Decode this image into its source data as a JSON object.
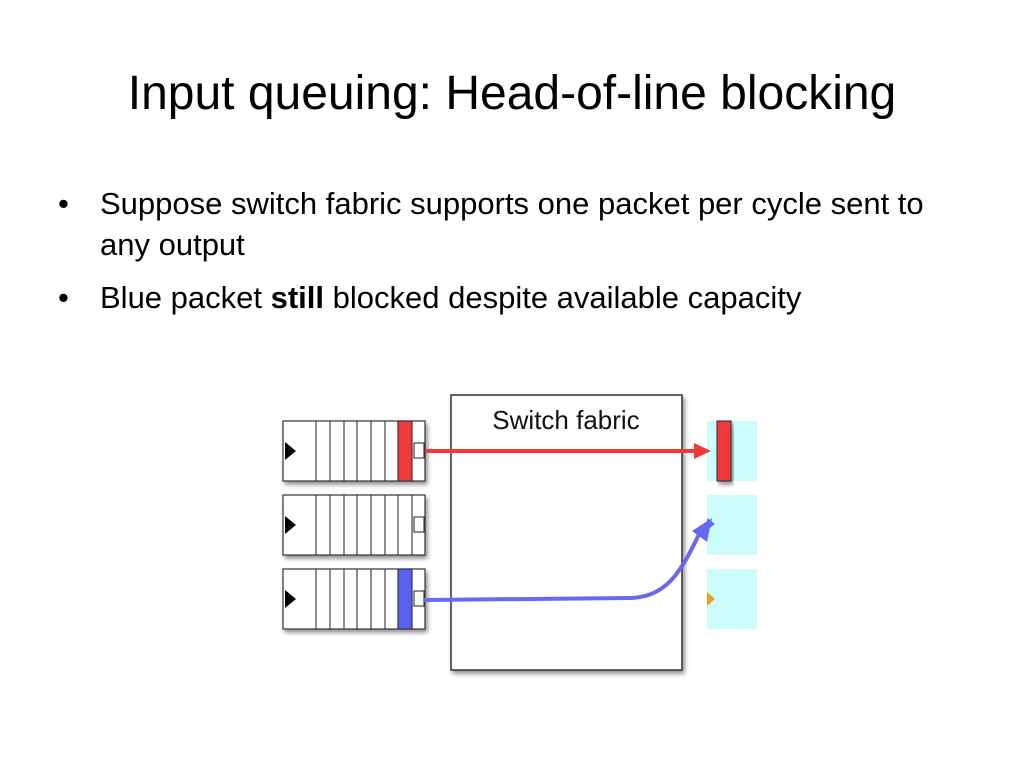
{
  "slide": {
    "title": "Input queuing: Head-of-line blocking",
    "bullets": [
      {
        "marker": "•",
        "text": "Suppose switch fabric supports one packet per cycle sent to any output"
      },
      {
        "marker": "•",
        "text_before": "Blue packet ",
        "text_bold": "still",
        "text_after": " blocked despite available capacity"
      }
    ]
  },
  "diagram": {
    "fabric_label": "Switch fabric",
    "input_queues": [
      {
        "id": "input-1",
        "head_packet_color": "red",
        "head_packet_hex": "#f0393c"
      },
      {
        "id": "input-2",
        "head_packet_color": "none",
        "head_packet_hex": ""
      },
      {
        "id": "input-3",
        "head_packet_color": "blue",
        "head_packet_hex": "#5a60f0"
      }
    ],
    "output_ports": [
      {
        "id": "output-1",
        "fill": "#ccfcfc",
        "holds_packet": "red"
      },
      {
        "id": "output-2",
        "fill": "#ccfcfc",
        "holds_packet": "none"
      },
      {
        "id": "output-3",
        "fill": "#ccfcfc",
        "holds_packet": "none"
      }
    ],
    "connections": [
      {
        "from": "input-1",
        "to": "output-1",
        "color": "#f0393c"
      },
      {
        "from": "input-3",
        "to": "output-2",
        "color": "#6868f2"
      }
    ],
    "colors": {
      "red": "#f0393c",
      "blue": "#5a60f0",
      "blue_arrow": "#6868f2",
      "output_fill": "#ccfcfc",
      "orange_marker": "#f0a020"
    }
  }
}
